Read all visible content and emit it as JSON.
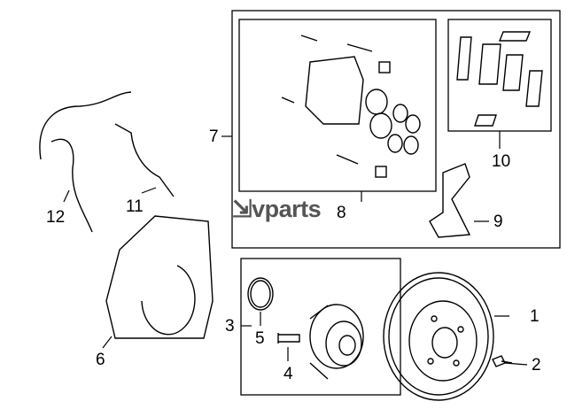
{
  "title": "Front brake assembly parts diagram",
  "watermark": "kvparts",
  "callouts": [
    {
      "id": "1",
      "label": "1",
      "part": "brake-rotor"
    },
    {
      "id": "2",
      "label": "2",
      "part": "rotor-screw"
    },
    {
      "id": "3",
      "label": "3",
      "part": "hub-assembly"
    },
    {
      "id": "4",
      "label": "4",
      "part": "wheel-stud"
    },
    {
      "id": "5",
      "label": "5",
      "part": "o-ring"
    },
    {
      "id": "6",
      "label": "6",
      "part": "splash-shield"
    },
    {
      "id": "7",
      "label": "7",
      "part": "caliper-assembly"
    },
    {
      "id": "8",
      "label": "8",
      "part": "caliper"
    },
    {
      "id": "9",
      "label": "9",
      "part": "caliper-support"
    },
    {
      "id": "10",
      "label": "10",
      "part": "brake-pads"
    },
    {
      "id": "11",
      "label": "11",
      "part": "brake-hose"
    },
    {
      "id": "12",
      "label": "12",
      "part": "abs-sensor"
    }
  ]
}
